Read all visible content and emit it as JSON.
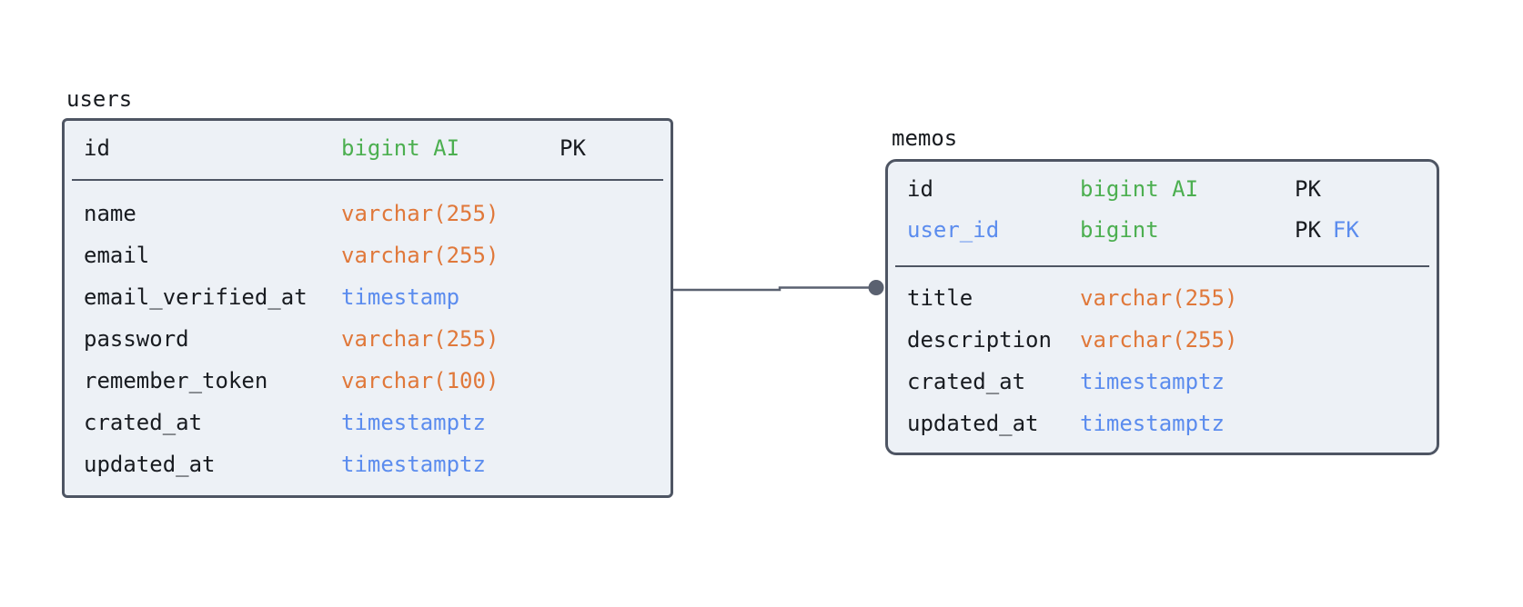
{
  "diagram": {
    "colors": {
      "canvas_bg": "#ffffff",
      "table_bg": "#edf1f6",
      "border": "#4e5563",
      "text": "#181b20",
      "type_green": "#4caf50",
      "type_orange": "#e0783a",
      "type_blue": "#5b8cee",
      "line": "#5a6170"
    },
    "tables": [
      {
        "name": "users",
        "columns": [
          {
            "name": "id",
            "type": "bigint AI",
            "pk": "PK",
            "fk": ""
          },
          {
            "name": "name",
            "type": "varchar(255)",
            "pk": "",
            "fk": ""
          },
          {
            "name": "email",
            "type": "varchar(255)",
            "pk": "",
            "fk": ""
          },
          {
            "name": "email_verified_at",
            "type": "timestamp",
            "pk": "",
            "fk": ""
          },
          {
            "name": "password",
            "type": "varchar(255)",
            "pk": "",
            "fk": ""
          },
          {
            "name": "remember_token",
            "type": "varchar(100)",
            "pk": "",
            "fk": ""
          },
          {
            "name": "crated_at",
            "type": "timestamptz",
            "pk": "",
            "fk": ""
          },
          {
            "name": "updated_at",
            "type": "timestamptz",
            "pk": "",
            "fk": ""
          }
        ]
      },
      {
        "name": "memos",
        "columns": [
          {
            "name": "id",
            "type": "bigint AI",
            "pk": "PK",
            "fk": ""
          },
          {
            "name": "user_id",
            "type": "bigint",
            "pk": "PK",
            "fk": "FK"
          },
          {
            "name": "title",
            "type": "varchar(255)",
            "pk": "",
            "fk": ""
          },
          {
            "name": "description",
            "type": "varchar(255)",
            "pk": "",
            "fk": ""
          },
          {
            "name": "crated_at",
            "type": "timestamptz",
            "pk": "",
            "fk": ""
          },
          {
            "name": "updated_at",
            "type": "timestamptz",
            "pk": "",
            "fk": ""
          }
        ]
      }
    ],
    "relationship": {
      "from_table": "users",
      "from_column": "id",
      "to_table": "memos",
      "to_column": "user_id"
    }
  }
}
